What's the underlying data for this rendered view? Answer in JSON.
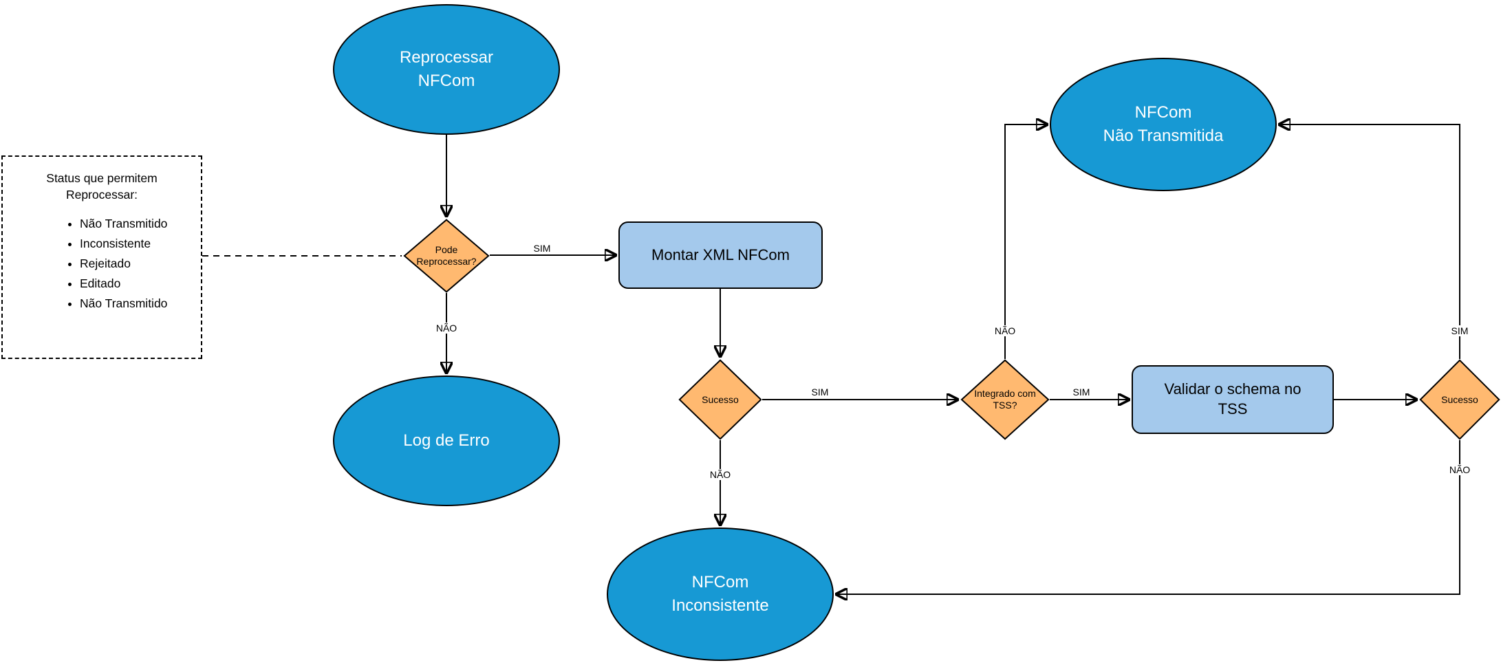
{
  "colors": {
    "node_fill": "#1799D4",
    "node_text": "#FFFFFF",
    "process_fill": "#A4C9EC",
    "decision_fill": "#FFB970",
    "edge_stroke": "#000000"
  },
  "note": {
    "title": "Status que permitem\nReprocessar:",
    "items": [
      "Não Transmitido",
      "Inconsistente",
      "Rejeitado",
      "Editado",
      "Não Transmitido"
    ]
  },
  "nodes": {
    "start": {
      "label": "Reprocessar\nNFCom"
    },
    "pode_reprocessar": {
      "label": "Pode\nReprocessar?"
    },
    "montar_xml": {
      "label": "Montar XML NFCom"
    },
    "log_erro": {
      "label": "Log de Erro"
    },
    "sucesso_montagem": {
      "label": "Sucesso"
    },
    "integrado_tss": {
      "label": "Integrado com\nTSS?"
    },
    "validar_schema": {
      "label": "Validar o schema no\nTSS"
    },
    "sucesso_validacao": {
      "label": "Sucesso"
    },
    "nfcom_nao_transmitida": {
      "label": "NFCom\nNão Transmitida"
    },
    "nfcom_inconsistente": {
      "label": "NFCom\nInconsistente"
    }
  },
  "edge_labels": {
    "pode_sim": "SIM",
    "pode_nao": "NÃO",
    "sucesso_sim": "SIM",
    "sucesso_nao": "NÃO",
    "integrado_nao": "NÃO",
    "integrado_sim": "SIM",
    "validacao_sim": "SIM",
    "validacao_nao": "NÃO"
  }
}
